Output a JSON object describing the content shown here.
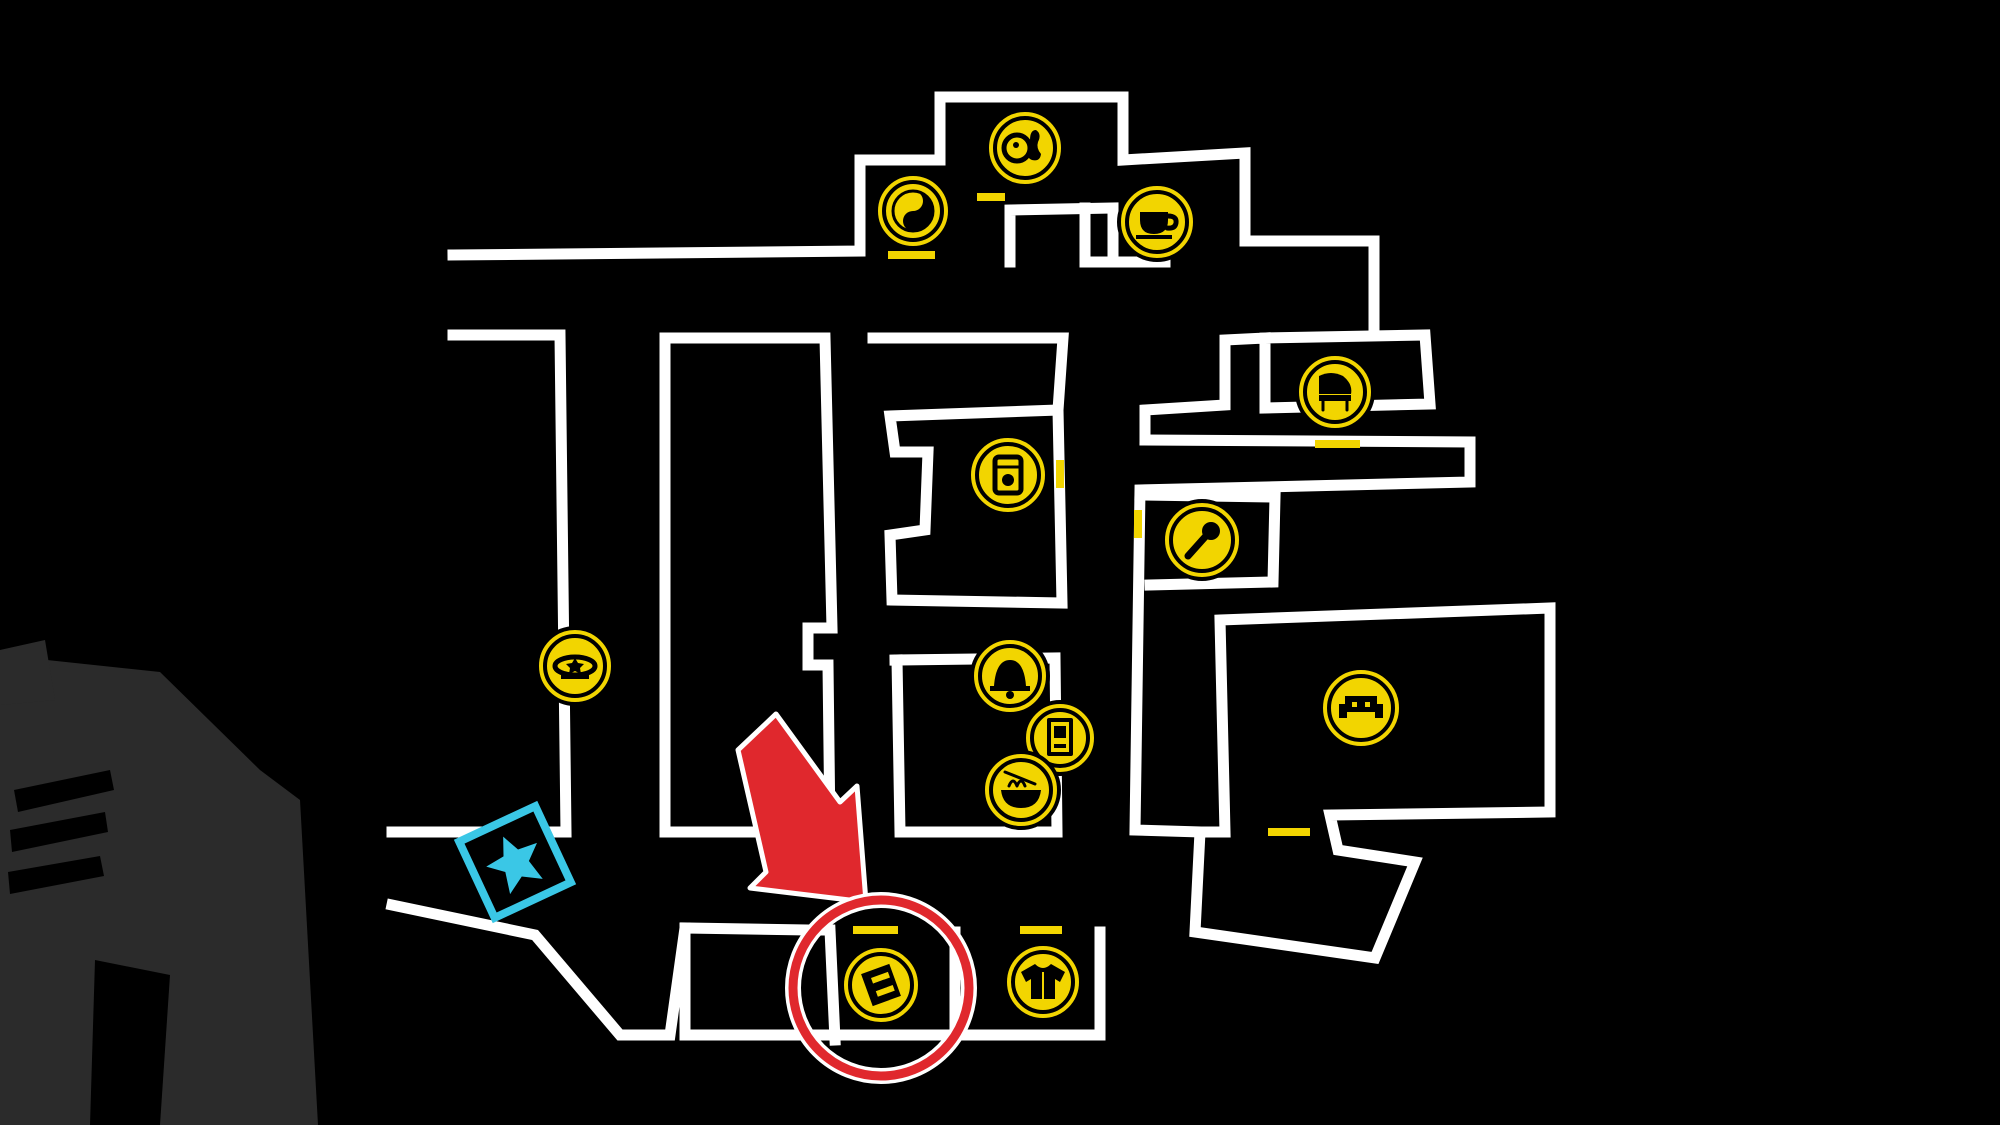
{
  "map": {
    "colors": {
      "background": "#000000",
      "walls": "#ffffff",
      "poi_fill": "#f2d500",
      "door_marker": "#f2d500",
      "entry_marker": "#3ac7e6",
      "highlight": "#e0282d",
      "silhouette": "#2b2b2b"
    },
    "pois": [
      {
        "id": "fortune-teller",
        "icon": "yin-yang-icon"
      },
      {
        "id": "bowling-alley",
        "icon": "bowling-pin-ball-icon"
      },
      {
        "id": "cafe",
        "icon": "coffee-cup-icon"
      },
      {
        "id": "piano-bar",
        "icon": "piano-icon"
      },
      {
        "id": "canned-goods-store",
        "icon": "can-icon"
      },
      {
        "id": "karaoke",
        "icon": "microphone-icon"
      },
      {
        "id": "police-box",
        "icon": "police-badge-icon"
      },
      {
        "id": "shrine",
        "icon": "bell-icon"
      },
      {
        "id": "vending-machine",
        "icon": "vending-machine-icon"
      },
      {
        "id": "ramen-shop",
        "icon": "ramen-bowl-icon"
      },
      {
        "id": "arcade",
        "icon": "space-invader-icon"
      },
      {
        "id": "store-e",
        "icon": "letter-e-icon"
      },
      {
        "id": "clothing-store",
        "icon": "shirt-icon"
      }
    ],
    "entry_marker": {
      "icon": "cyan-star-sign-icon"
    },
    "highlight": {
      "target": "store-e",
      "arrow": "red-arrow-icon",
      "ring": "red-circle-highlight"
    }
  }
}
